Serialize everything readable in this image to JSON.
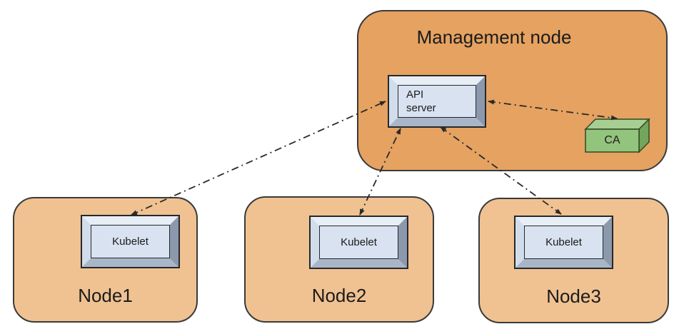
{
  "management_node": {
    "label": "Management node",
    "api_server": {
      "label": "API server"
    },
    "ca": {
      "label": "CA"
    }
  },
  "nodes": [
    {
      "label": "Node1",
      "component": "Kubelet"
    },
    {
      "label": "Node2",
      "component": "Kubelet"
    },
    {
      "label": "Node3",
      "component": "Kubelet"
    }
  ],
  "connections": [
    {
      "from": "Kubelet (Node1)",
      "to": "API server",
      "style": "dash-dot",
      "bidirectional": true
    },
    {
      "from": "Kubelet (Node2)",
      "to": "API server",
      "style": "dash-dot",
      "bidirectional": true
    },
    {
      "from": "Kubelet (Node3)",
      "to": "API server",
      "style": "dash-dot",
      "bidirectional": true
    },
    {
      "from": "API server",
      "to": "CA",
      "style": "dash-dot",
      "bidirectional": true
    }
  ],
  "colors": {
    "management_node_fill": "#E5A261",
    "node_fill": "#F0C292",
    "component_face": "#D8E2F1",
    "component_bevel_light": "#E8EEF6",
    "component_bevel_dark": "#8C99AC",
    "ca_front": "#93C47D",
    "ca_top": "#A8CF92",
    "ca_side": "#74A55C",
    "connector": "#2A2A2A",
    "outline": "#3A3A3A"
  }
}
